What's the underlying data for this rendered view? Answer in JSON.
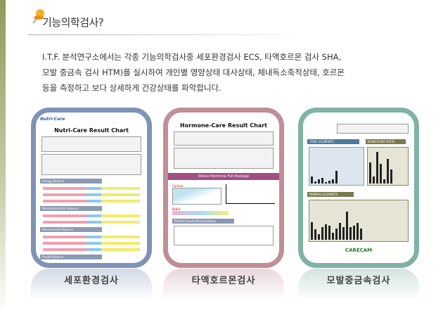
{
  "header": {
    "title": "기능의학검사?"
  },
  "intro": {
    "lines": [
      "I.T.F. 분석연구소에서는 각종 기능의학검사중 세포환경검사 ECS, 타액호르몬 검사 SHA,",
      "모발 중금속 검사 HTM)를 실시하여 개인별 영양상태 대사상태, 체내독소축적상태, 호르몬",
      "등을 측정하고 보다 상세하게 건강상태를 파악합니다."
    ]
  },
  "cards": [
    {
      "label": "세포환경검사",
      "doc_title": "Nutri-Care Result Chart",
      "brand": "Nutri-Care",
      "sections": [
        "Energy Balance",
        "Neurotransmitter Balance",
        "Micronutrient Balance",
        "Health Balance"
      ],
      "color": "#7f93b7"
    },
    {
      "label": "타액호르몬검사",
      "doc_title": "Hormone-Care Result Chart",
      "band": "Stress Hormone Full Package",
      "sub": "Patient Result Interpretations",
      "cortisol": "Cortisol",
      "dhea": "DHEA",
      "color": "#bf8e97"
    },
    {
      "label": "모발중금속검사",
      "sections": [
        "TOXIC ELEMENTS",
        "SIGNIFICANT RATIO",
        "MINERAL ELEMENTS"
      ],
      "logo": "CARECAM",
      "color": "#80b2a6"
    }
  ]
}
